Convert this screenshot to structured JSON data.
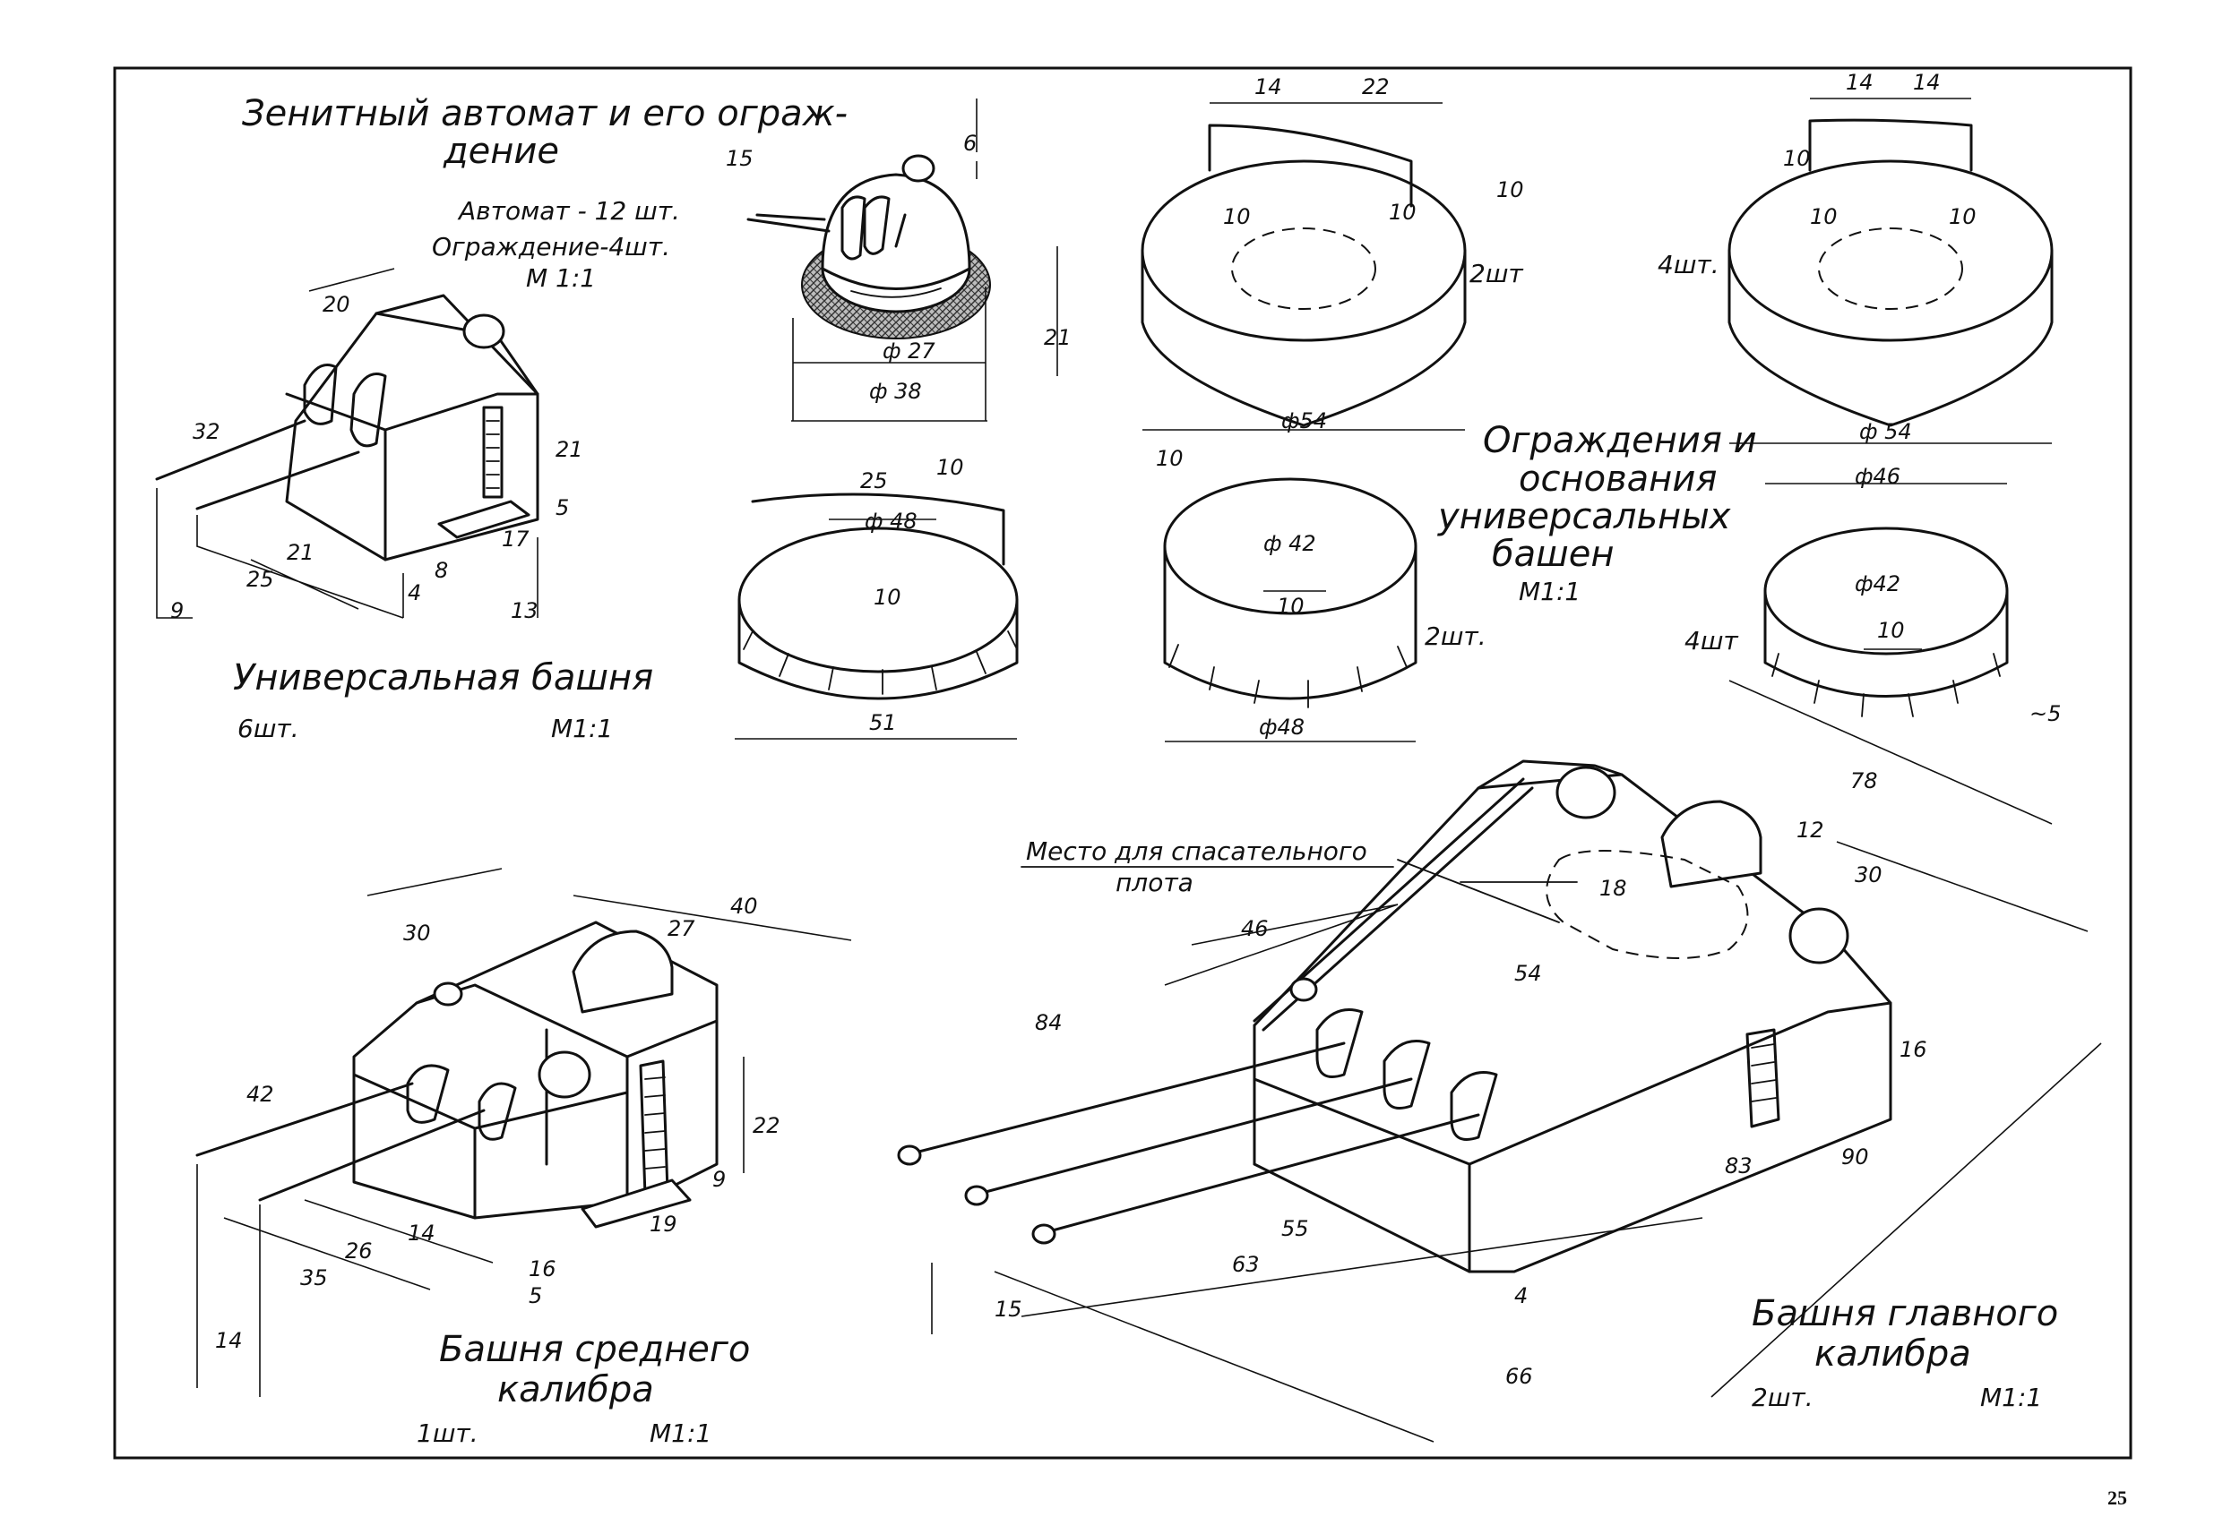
{
  "page_number": "25",
  "aa_gun": {
    "title_line1": "Зенитный автомат и его ограж-",
    "title_line2": "дение",
    "qty_gun": "Автомат - 12 шт.",
    "qty_guard": "Ограждение-4шт.",
    "scale": "М 1:1",
    "dims": [
      "15",
      "6",
      "21",
      "ф 27",
      "ф 38"
    ]
  },
  "universal_turret": {
    "title": "Универсальная башня",
    "qty": "6шт.",
    "scale": "М1:1",
    "dims": [
      "20",
      "32",
      "21",
      "21",
      "5",
      "17",
      "8",
      "4",
      "25",
      "9",
      "13"
    ]
  },
  "guards": {
    "caption_line1": "Ограждения и",
    "caption_line2": "основания",
    "caption_line3": "универсальных",
    "caption_line4": "башен",
    "caption_scale": "М1:1",
    "a": {
      "dims": [
        "14",
        "22",
        "10",
        "10",
        "10",
        "ф54"
      ],
      "qty": "2шт"
    },
    "b": {
      "dims": [
        "14",
        "14",
        "10",
        "10",
        "10",
        "ф 54"
      ],
      "qty": "4шт."
    },
    "c": {
      "dims": [
        "10",
        "25",
        "ф 48",
        "10",
        "51"
      ]
    },
    "d": {
      "dims": [
        "10",
        "ф 42",
        "10",
        "ф48"
      ],
      "qty": "2шт."
    },
    "e": {
      "dims": [
        "ф46",
        "ф42",
        "10",
        "~5"
      ],
      "qty": "4шт"
    }
  },
  "medium_turret": {
    "title_line1": "Башня среднего",
    "title_line2": "калибра",
    "qty": "1шт.",
    "scale": "М1:1",
    "dims": [
      "30",
      "27",
      "40",
      "42",
      "22",
      "9",
      "26",
      "14",
      "16",
      "19",
      "35",
      "5",
      "14"
    ]
  },
  "main_turret": {
    "title_line1": "Башня главного",
    "title_line2": "калибра",
    "qty": "2шт.",
    "scale": "М1:1",
    "raft_label_line1": "Место для спасательного",
    "raft_label_line2": "плота",
    "dims": [
      "78",
      "12",
      "18",
      "30",
      "46",
      "54",
      "84",
      "16",
      "83",
      "90",
      "55",
      "63",
      "4",
      "15",
      "66"
    ]
  }
}
